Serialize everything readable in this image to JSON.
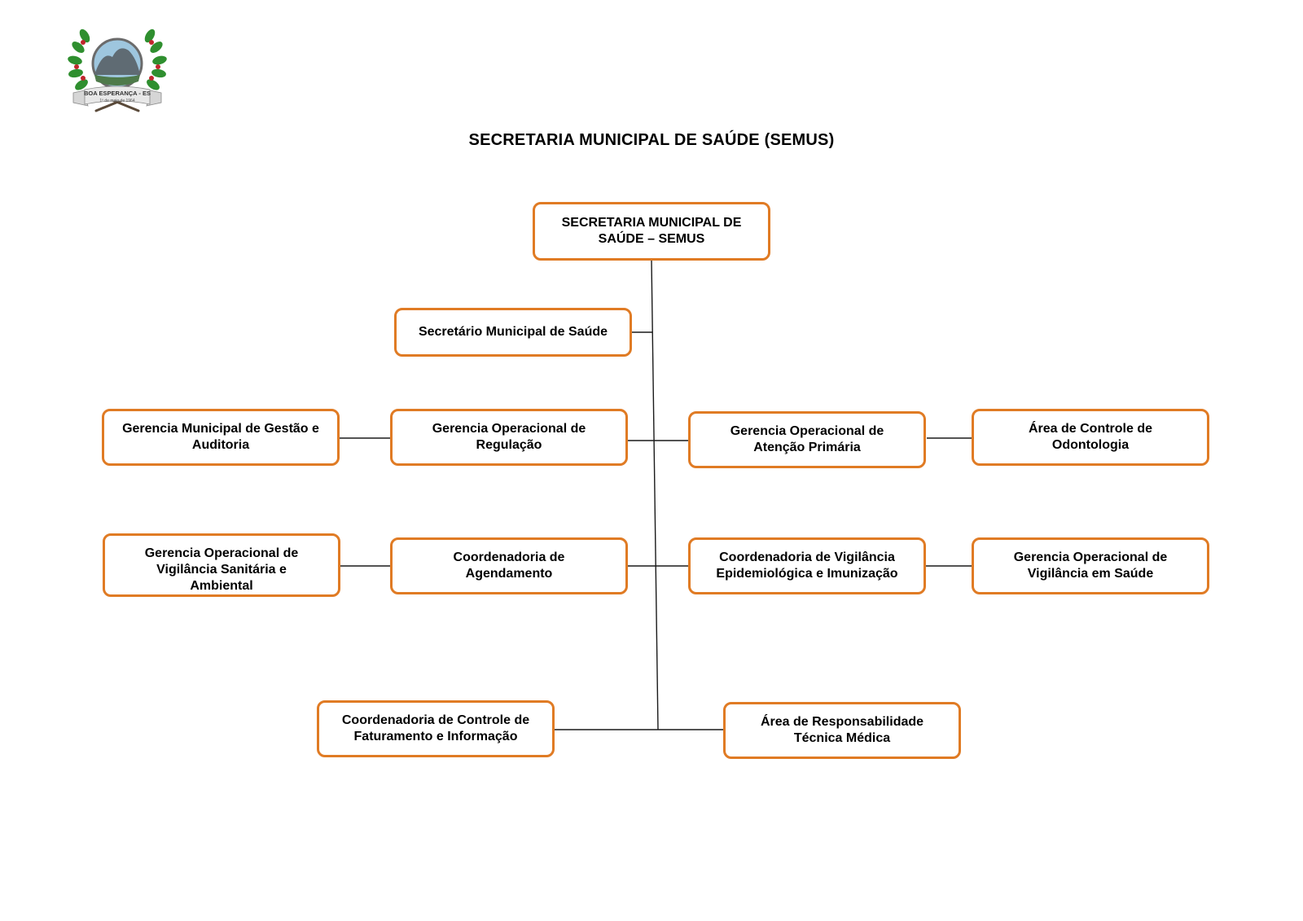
{
  "document": {
    "title": "SECRETARIA MUNICIPAL DE SAÚDE (SEMUS)"
  },
  "logo": {
    "banner_text": "BOA ESPERANÇA - ES",
    "date_text": "1º de maio de 1964",
    "colors": {
      "laurel": "#2f8f2f",
      "berry": "#c0262c",
      "mountain": "#5f6b73",
      "sky": "#9ec6de",
      "ribbon": "#e8e8e8"
    }
  },
  "colors": {
    "box_border": "#e07b24",
    "connector": "#1a1a1a"
  },
  "org_chart": {
    "root": "SECRETARIA MUNICIPAL DE SAÚDE – SEMUS",
    "nodes": {
      "secretario": "Secretário Municipal de Saúde",
      "gestao_auditoria": "Gerencia Municipal de Gestão e Auditoria",
      "regulacao": "Gerencia Operacional de Regulação",
      "atencao_primaria": "Gerencia Operacional de Atenção Primária",
      "odontologia": "Área de Controle de Odontologia",
      "vigilancia_sanitaria": "Gerencia Operacional de Vigilância Sanitária e Ambiental",
      "agendamento": "Coordenadoria de Agendamento",
      "vigilancia_epidemiologica": "Coordenadoria de Vigilância Epidemiológica e Imunização",
      "vigilancia_saude": "Gerencia Operacional de Vigilância em Saúde",
      "faturamento": "Coordenadoria de Controle de Faturamento e Informação",
      "responsabilidade_tecnica": "Área de Responsabilidade Técnica Médica"
    }
  }
}
